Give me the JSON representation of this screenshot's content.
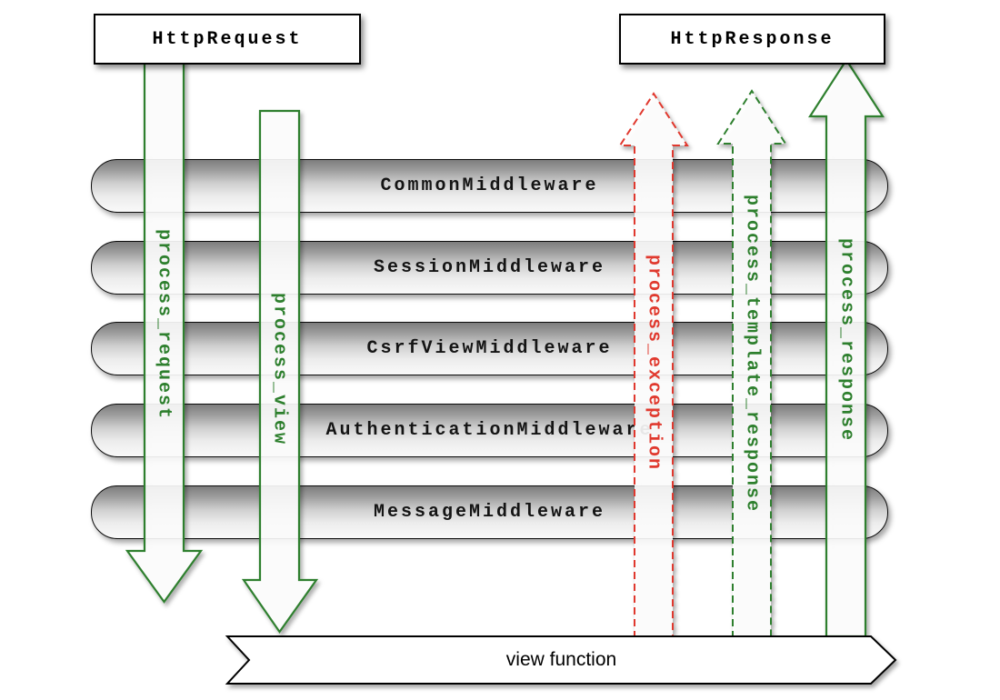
{
  "nodes": {
    "request": "HttpRequest",
    "response": "HttpResponse"
  },
  "middlewares": [
    "CommonMiddleware",
    "SessionMiddleware",
    "CsrfViewMiddleware",
    "AuthenticationMiddleware",
    "MessageMiddleware"
  ],
  "arrows": [
    {
      "label": "process_request",
      "direction": "down",
      "style": "solid",
      "color": "#2d7f2d"
    },
    {
      "label": "process_view",
      "direction": "down",
      "style": "solid",
      "color": "#2d7f2d"
    },
    {
      "label": "process_exception",
      "direction": "up",
      "style": "dashed",
      "color": "#e0392e"
    },
    {
      "label": "process_template_response",
      "direction": "up",
      "style": "dashed",
      "color": "#2d7f2d"
    },
    {
      "label": "process_response",
      "direction": "up",
      "style": "solid",
      "color": "#2d7f2d"
    }
  ],
  "banner": {
    "label": "view function"
  },
  "colors": {
    "green": "#2d7f2d",
    "red": "#e0392e",
    "bar_border": "#000000",
    "background": "#ffffff"
  }
}
